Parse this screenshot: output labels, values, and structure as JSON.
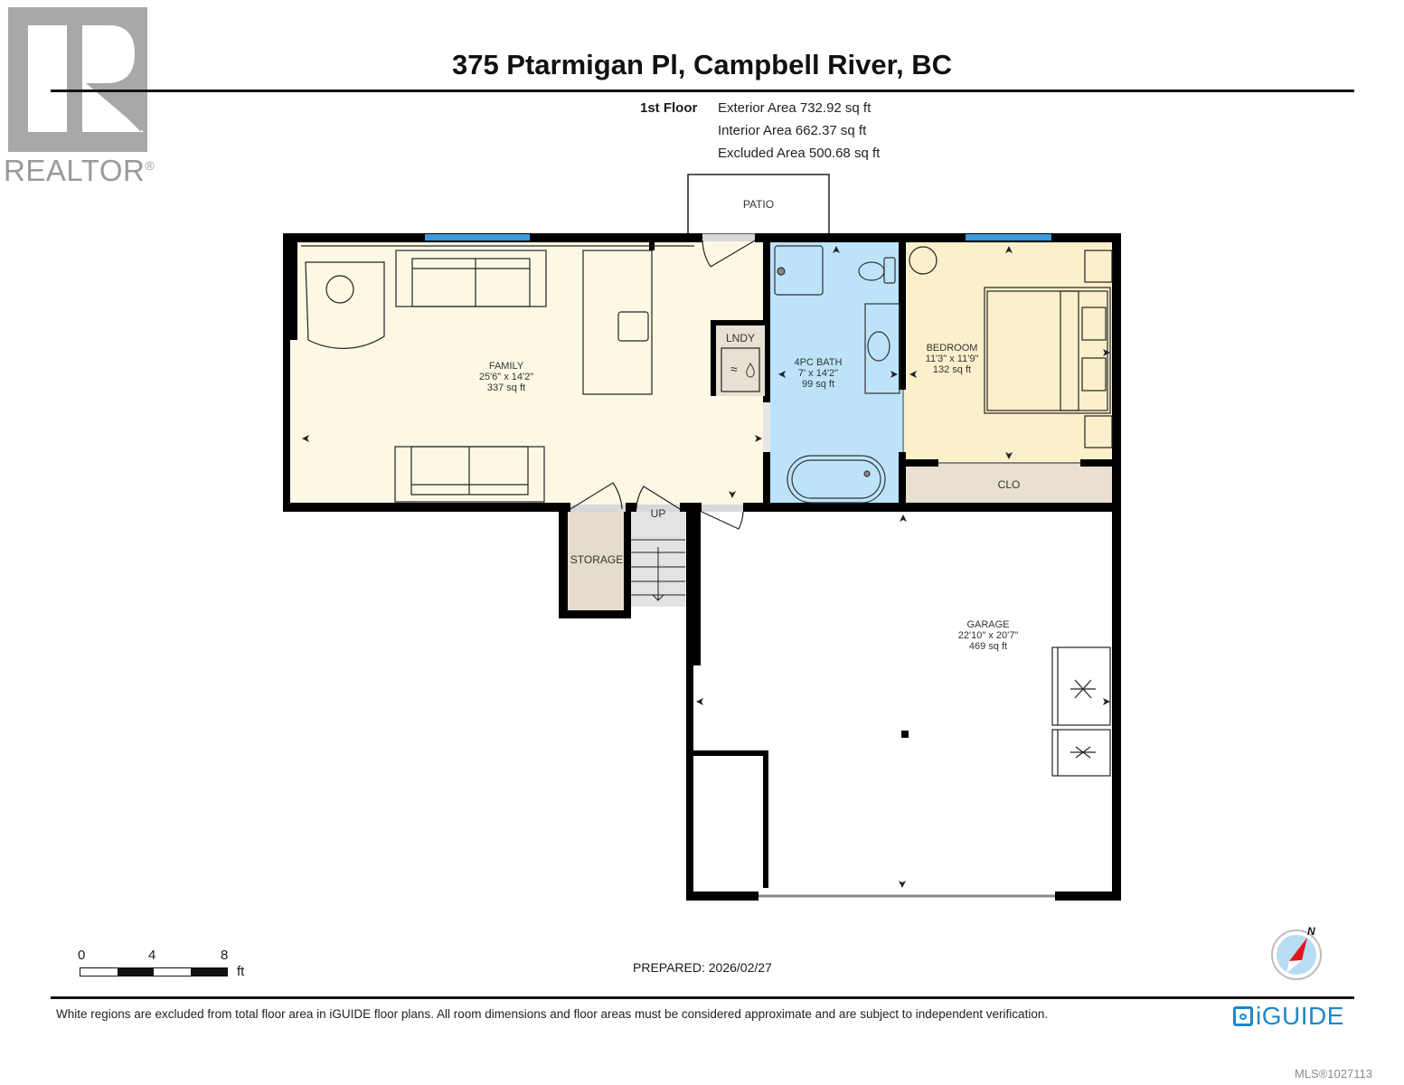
{
  "branding": {
    "realtor_logo_text": "REALTOR",
    "realtor_mark": "®",
    "iguide_logo_text": "iGUIDE",
    "mls_text": "MLS®1027113"
  },
  "header": {
    "title": "375 Ptarmigan Pl, Campbell River, BC",
    "floor_label": "1st Floor",
    "areas": [
      {
        "label": "Exterior Area 732.92 sq ft"
      },
      {
        "label": "Interior Area 662.37 sq ft"
      },
      {
        "label": "Excluded Area 500.68 sq ft"
      }
    ]
  },
  "rooms": {
    "patio": {
      "name": "PATIO"
    },
    "family": {
      "name": "FAMILY",
      "dims": "25'6\" x 14'2\"",
      "area": "337 sq ft"
    },
    "laundry": {
      "name": "LNDY"
    },
    "bath": {
      "name": "4PC BATH",
      "dims": "7' x 14'2\"",
      "area": "99 sq ft"
    },
    "bedroom": {
      "name": "BEDROOM",
      "dims": "11'3\" x 11'9\"",
      "area": "132 sq ft"
    },
    "closet": {
      "name": "CLO"
    },
    "storage": {
      "name": "STORAGE"
    },
    "stairs": {
      "name": "UP"
    },
    "garage": {
      "name": "GARAGE",
      "dims": "22'10\" x 20'7\"",
      "area": "469 sq ft"
    }
  },
  "colors": {
    "family_fill": "#fdf8e4",
    "bath_fill": "#bde3fa",
    "bedroom_fill": "#fcefcc",
    "closet_fill": "#e9e0d1",
    "storage_fill": "#e6dccd",
    "stairs_fill": "#e3e3e3",
    "window": "#3a9ad9",
    "wall": "#000000",
    "iguide_blue": "#1e88c9",
    "compass_red": "#e0151b",
    "compass_blue": "#b7ddf5"
  },
  "scale": {
    "ticks": [
      "0",
      "4",
      "8"
    ],
    "unit": "ft"
  },
  "compass": {
    "north_label": "N"
  },
  "footer": {
    "prepared": "PREPARED: 2026/02/27",
    "disclaimer": "White regions are excluded from total floor area in iGUIDE floor plans. All room dimensions and floor areas must be considered approximate and are subject to independent verification."
  }
}
